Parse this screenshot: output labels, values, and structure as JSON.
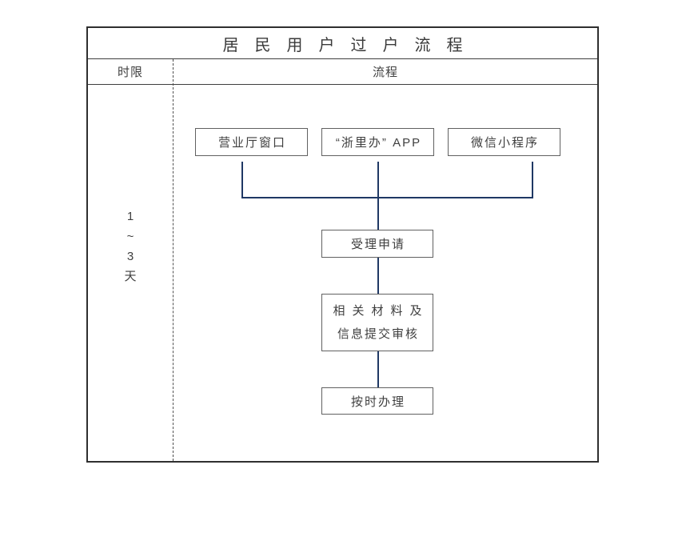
{
  "table": {
    "title": "居民用户过户流程",
    "header": {
      "left": "时限",
      "right": "流程"
    },
    "time_limit": {
      "lines": [
        "1",
        "~",
        "3",
        "天"
      ]
    },
    "flow": {
      "channels": [
        {
          "label": "营业厅窗口"
        },
        {
          "label": "“浙里办” APP"
        },
        {
          "label": "微信小程序"
        }
      ],
      "steps": [
        {
          "lines": [
            "受理申请"
          ]
        },
        {
          "lines": [
            "相关材料及",
            "信息提交审核"
          ]
        },
        {
          "lines": [
            "按时办理"
          ]
        }
      ]
    },
    "colors": {
      "connector": "#1f3864",
      "box_border": "#616161",
      "table_border": "#2f2f2f",
      "text": "#3f3f3f"
    }
  }
}
